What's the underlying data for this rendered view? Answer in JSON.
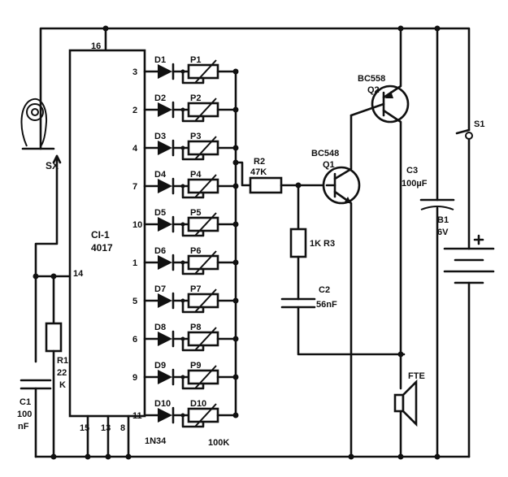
{
  "ic": {
    "name": "CI-1",
    "part": "4017",
    "pin_vcc": "16",
    "pin_clock": "14",
    "ground_pins": [
      "15",
      "13",
      "8"
    ]
  },
  "channels": [
    {
      "pin": "3",
      "diode": "D1",
      "pot": "P1"
    },
    {
      "pin": "2",
      "diode": "D2",
      "pot": "P2"
    },
    {
      "pin": "4",
      "diode": "D3",
      "pot": "P3"
    },
    {
      "pin": "7",
      "diode": "D4",
      "pot": "P4"
    },
    {
      "pin": "10",
      "diode": "D5",
      "pot": "P5"
    },
    {
      "pin": "1",
      "diode": "D6",
      "pot": "P6"
    },
    {
      "pin": "5",
      "diode": "D7",
      "pot": "P7"
    },
    {
      "pin": "6",
      "diode": "D8",
      "pot": "P8"
    },
    {
      "pin": "9",
      "diode": "D9",
      "pot": "P9"
    },
    {
      "pin": "11",
      "diode": "D10",
      "pot": "D10"
    }
  ],
  "diode_type": "1N34",
  "pot_value": "100K",
  "sensor": {
    "label": "SX"
  },
  "r1": {
    "name": "R1",
    "value1": "22",
    "value2": "K"
  },
  "c1": {
    "name": "C1",
    "value1": "100",
    "value2": "nF"
  },
  "r2": {
    "name": "R2",
    "value": "47K"
  },
  "r3": {
    "value": "1K",
    "name": "R3"
  },
  "c2": {
    "name": "C2",
    "value": "56nF"
  },
  "q1": {
    "type": "BC548",
    "name": "Q1"
  },
  "q2": {
    "type": "BC558",
    "name": "Q2"
  },
  "c3": {
    "name": "C3",
    "value": "100µF"
  },
  "b1": {
    "name": "B1",
    "value": "6V",
    "polarity": "+"
  },
  "s1": {
    "name": "S1"
  },
  "speaker": {
    "label": "FTE"
  }
}
